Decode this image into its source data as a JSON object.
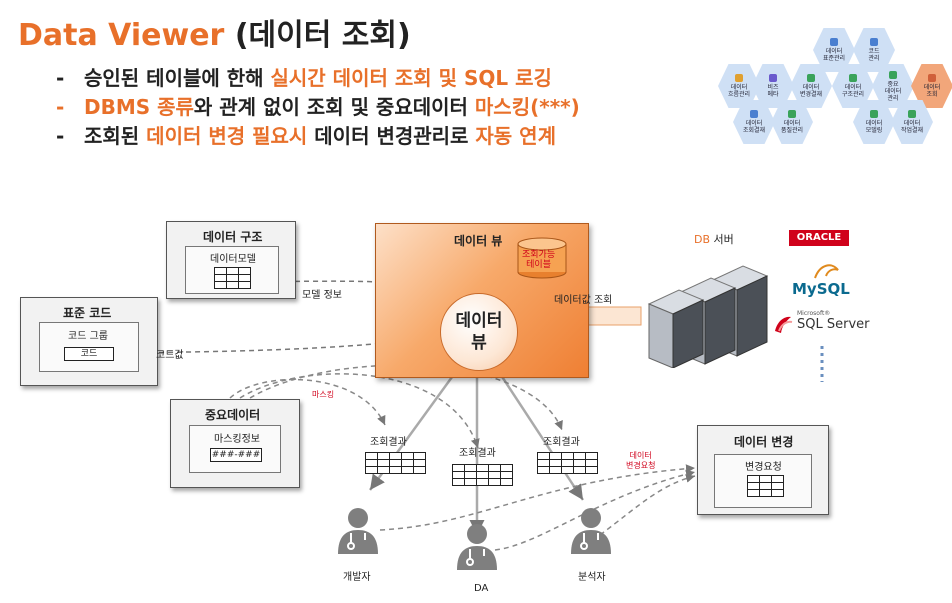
{
  "header": {
    "title_en": "Data Viewer",
    "title_ko": "(데이터 조회)"
  },
  "bullets": [
    {
      "dash": "-",
      "parts": [
        {
          "t": "승인된 테이블에 한해 ",
          "hl": false
        },
        {
          "t": "실시간 데이터 조회 및 SQL 로깅",
          "hl": true
        }
      ]
    },
    {
      "dash": "-",
      "parts": [
        {
          "t": "DBMS 종류",
          "hl": true
        },
        {
          "t": "와 관계 없이 조회 및 중요데이터 ",
          "hl": false
        },
        {
          "t": "마스킹(***)",
          "hl": true
        }
      ]
    },
    {
      "dash": "-",
      "parts": [
        {
          "t": "조회된 ",
          "hl": false
        },
        {
          "t": "데이터 변경 필요시",
          "hl": true
        },
        {
          "t": " 데이터 변경관리로 ",
          "hl": false
        },
        {
          "t": "자동 연계",
          "hl": true
        }
      ]
    }
  ],
  "modules": {
    "h1": "데이터\n표준관리",
    "h2": "코드\n관리",
    "h3": "데이터\n흐름관리",
    "h4": "비즈\n메타",
    "h5": "데이터\n변경결재",
    "h6": "데이터\n구조관리",
    "h7": "중요\n데이터\n관리",
    "h8": "데이터\n조회",
    "h9": "데이터\n조회결재",
    "h10": "데이터\n품질관리",
    "h11": "데이터\n모델링",
    "h12": "데이터\n작업결재"
  },
  "diagram": {
    "struct": {
      "title": "데이터 구조",
      "inner": "데이터모델"
    },
    "stdcode": {
      "title": "표준 코드",
      "inner": "코드 그룹",
      "code": "코드"
    },
    "important": {
      "title": "중요데이터",
      "inner": "마스킹정보",
      "mask": "###-###"
    },
    "view": {
      "title": "데이터 뷰",
      "hub": "데이터\n뷰",
      "db": "조회가능\n테이블"
    },
    "change": {
      "title": "데이터 변경",
      "inner": "변경요청"
    },
    "labels": {
      "model_info": "모델 정보",
      "code_value": "코드값",
      "masking": "마스킹",
      "query": "데이터값 조회",
      "result1": "조회결과",
      "result2": "조회결과",
      "result3": "조회결과",
      "change_req": "데이터\n변경요청"
    },
    "dbserver": {
      "label_db": "DB",
      "label_server": "서버"
    },
    "vendors": {
      "oracle": "ORACLE",
      "mysql": "MySQL",
      "ms": "Microsoft®",
      "sqlserver": "SQL Server"
    },
    "users": {
      "dev": "개발자",
      "da": "DA",
      "analyst": "분석자"
    }
  },
  "colors": {
    "accent": "#e8702a",
    "red": "#d0021b",
    "hex": "#cfe0f5",
    "hex_active": "#f2a67a"
  }
}
